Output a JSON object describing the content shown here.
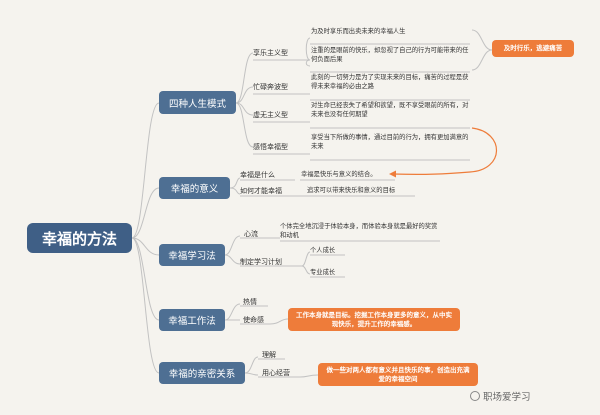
{
  "root": {
    "label": "幸福的方法"
  },
  "branches": [
    {
      "label": "四种人生模式",
      "items": [
        {
          "label": "享乐主义型",
          "details": [
            "为及时享乐而出卖未来的幸福人生",
            "注重的是眼前的快乐，却忽视了自己的行为可能带来的任何负面后果"
          ]
        },
        {
          "label": "忙碌奔波型",
          "details": [
            "此刻的一切努力是为了实现未来的目标，痛苦的过程是获得未来幸福的必由之路"
          ]
        },
        {
          "label": "虚无主义型",
          "details": [
            "对生命已经丧失了希望和欲望，既不享受眼前的所有，对未来也没有任何期望"
          ]
        },
        {
          "label": "感悟幸福型",
          "details": [
            "享受当下所做的事情，通过目前的行为，拥有更加满意的未来"
          ]
        }
      ],
      "note": "及时行乐，逃避痛苦"
    },
    {
      "label": "幸福的意义",
      "items": [
        {
          "label": "幸福是什么",
          "details": [
            "幸福是快乐与意义的结合。"
          ]
        },
        {
          "label": "如何才能幸福",
          "details": [
            "追求可以带来快乐和意义的目标"
          ]
        }
      ]
    },
    {
      "label": "幸福学习法",
      "items": [
        {
          "label": "心流",
          "details": [
            "个体完全地沉浸于体验本身，而体验本身就是最好的奖赏和动机"
          ]
        },
        {
          "label": "制定学习计划",
          "details": [
            "个人成长",
            "专业成长"
          ]
        }
      ]
    },
    {
      "label": "幸福工作法",
      "items": [
        {
          "label": "热情",
          "details": []
        },
        {
          "label": "使命感",
          "details": []
        }
      ],
      "note": "工作本身就是目标。挖掘工作本身更多的意义，从中实现快乐，提升工作的幸福感。"
    },
    {
      "label": "幸福的亲密关系",
      "items": [
        {
          "label": "理解",
          "details": []
        },
        {
          "label": "用心经营",
          "details": []
        }
      ],
      "note": "做一些对两人都有意义并且快乐的事，创造出充满爱的幸福空间"
    }
  ],
  "watermark": "职场爱学习",
  "colors": {
    "root": "#3f5f86",
    "main": "#4e6f93",
    "note": "#ee7c3a",
    "line": "#c0c0c0",
    "background": "#f5f3ee"
  }
}
